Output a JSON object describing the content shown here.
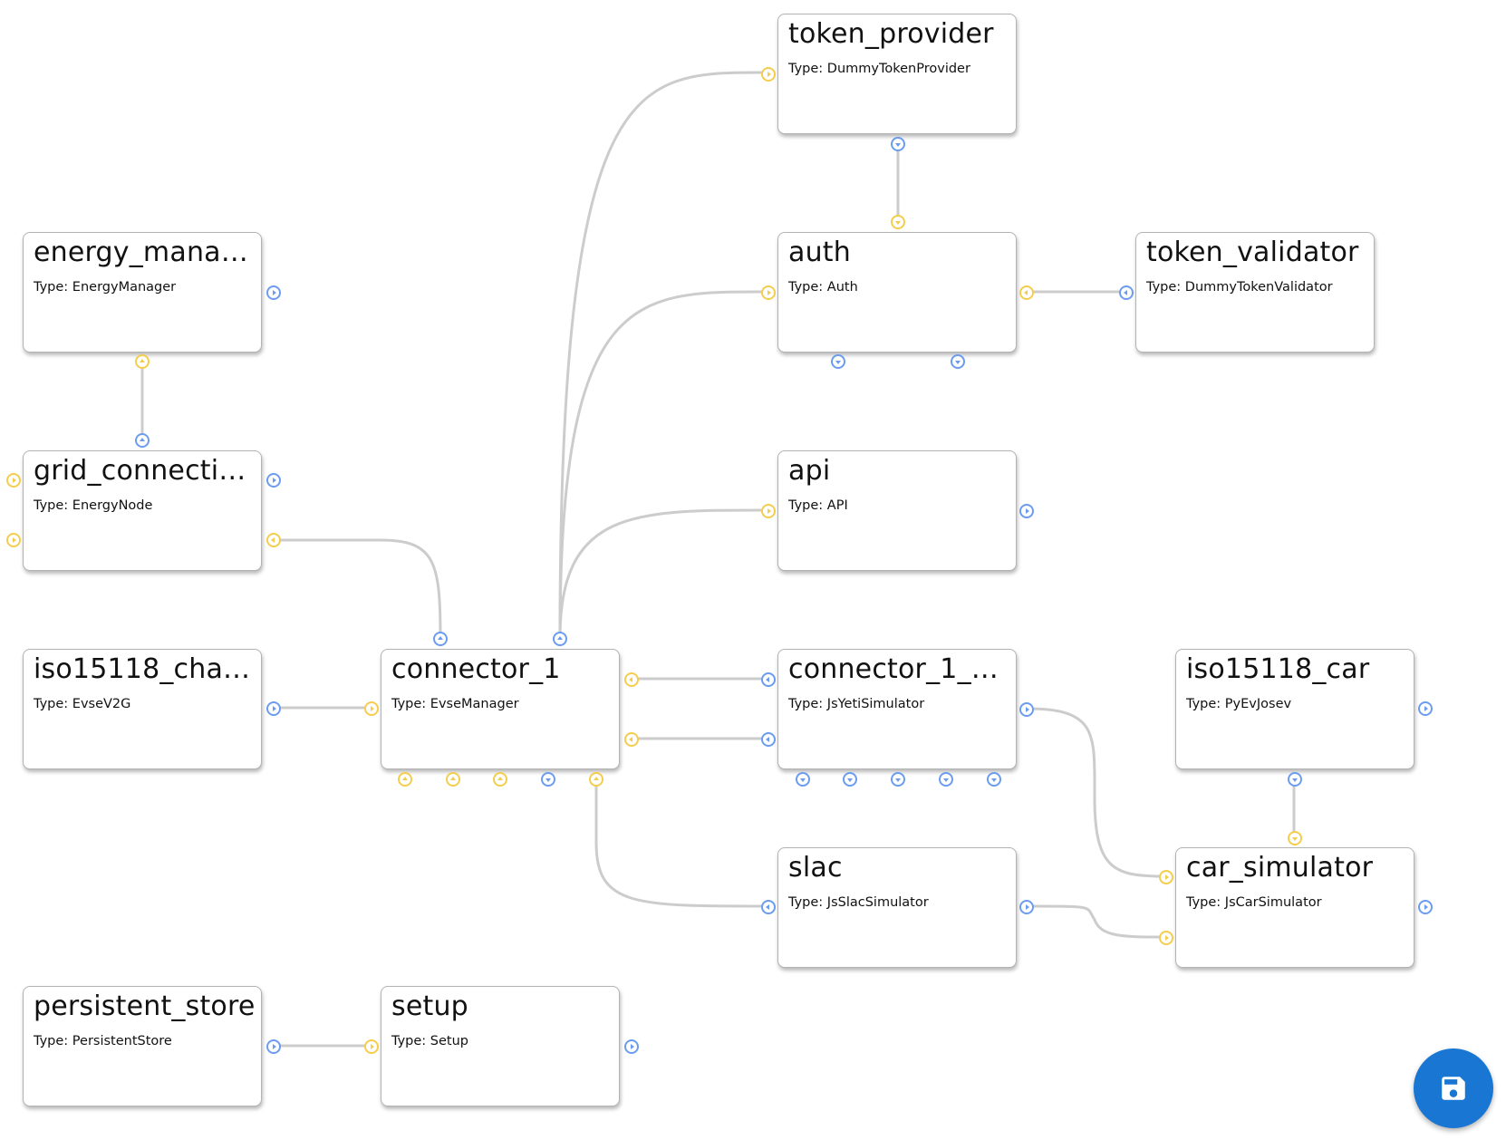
{
  "colors": {
    "provides_port": "#6b9cf0",
    "requires_port": "#f5cd4d",
    "connection": "#cccccc",
    "fab": "#1976d2"
  },
  "save_button": {
    "icon": "save-icon"
  },
  "modules": [
    {
      "id": "token_provider",
      "title": "token_provider",
      "type": "Type: DummyTokenProvider"
    },
    {
      "id": "energy_manager",
      "title": "energy_mana…",
      "type": "Type: EnergyManager"
    },
    {
      "id": "auth",
      "title": "auth",
      "type": "Type: Auth"
    },
    {
      "id": "token_validator",
      "title": "token_validator",
      "type": "Type: DummyTokenValidator"
    },
    {
      "id": "grid_connection",
      "title": "grid_connecti…",
      "type": "Type: EnergyNode"
    },
    {
      "id": "api",
      "title": "api",
      "type": "Type: API"
    },
    {
      "id": "iso15118_charger",
      "title": "iso15118_cha…",
      "type": "Type: EvseV2G"
    },
    {
      "id": "connector_1",
      "title": "connector_1",
      "type": "Type: EvseManager"
    },
    {
      "id": "connector_1_sim",
      "title": "connector_1_…",
      "type": "Type: JsYetiSimulator"
    },
    {
      "id": "iso15118_car",
      "title": "iso15118_car",
      "type": "Type: PyEvJosev"
    },
    {
      "id": "slac",
      "title": "slac",
      "type": "Type: JsSlacSimulator"
    },
    {
      "id": "car_simulator",
      "title": "car_simulator",
      "type": "Type: JsCarSimulator"
    },
    {
      "id": "persistent_store",
      "title": "persistent_store",
      "type": "Type: PersistentStore"
    },
    {
      "id": "setup",
      "title": "setup",
      "type": "Type: Setup"
    }
  ]
}
